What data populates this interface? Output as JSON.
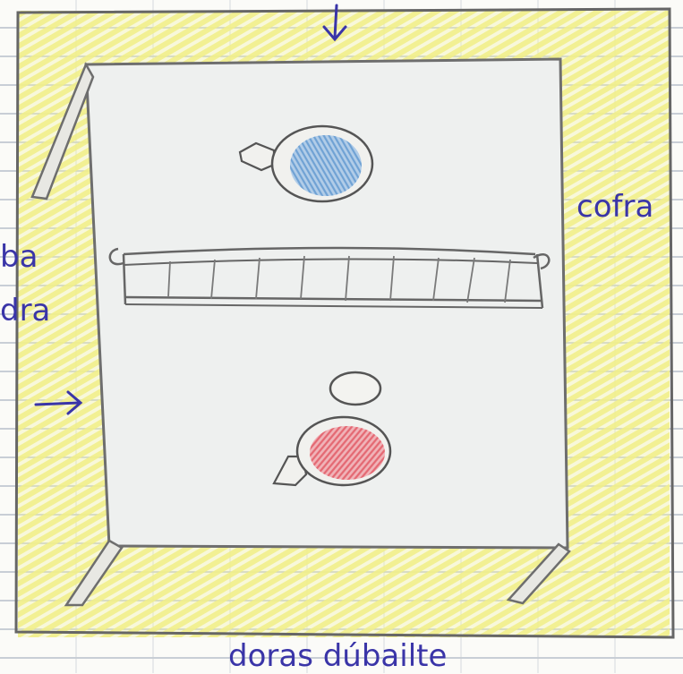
{
  "drawing": {
    "labels": {
      "right": "cofra",
      "left_top": "ba",
      "left_bottom": "dra",
      "bottom": "doras dúbailte"
    },
    "colors": {
      "pen": "#3a35a8",
      "pencil": "#7c7c7c",
      "highlighter": "#eef07a",
      "blue_paddle": "#78a9d8",
      "red_paddle": "#e8727c",
      "table_fill": "#ecefed",
      "paper_line": "#b6bec8"
    }
  }
}
